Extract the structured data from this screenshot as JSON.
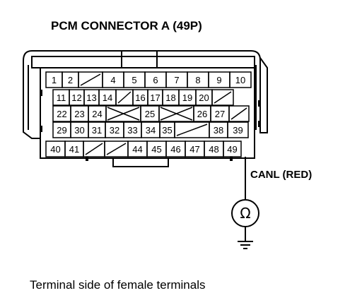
{
  "title": "PCM CONNECTOR A (49P)",
  "rows": [
    [
      "1",
      "2",
      "/",
      "4",
      "5",
      "6",
      "7",
      "8",
      "9",
      "10"
    ],
    [
      "11",
      "12",
      "13",
      "14",
      "/",
      "16",
      "17",
      "18",
      "19",
      "20",
      "/"
    ],
    [
      "22",
      "23",
      "24",
      "X",
      "25",
      "X",
      "26",
      "27",
      "/"
    ],
    [
      "29",
      "30",
      "31",
      "32",
      "33",
      "34",
      "35",
      "/",
      "38",
      "39"
    ],
    [
      "40",
      "41",
      "/",
      "/",
      "44",
      "45",
      "46",
      "47",
      "48",
      "49"
    ]
  ],
  "probe_label": "CANL (RED)",
  "meter_symbol": "Ω",
  "caption": "Terminal side of female terminals",
  "icons": {
    "meter": "ohmmeter-icon",
    "ground": "ground-icon"
  }
}
